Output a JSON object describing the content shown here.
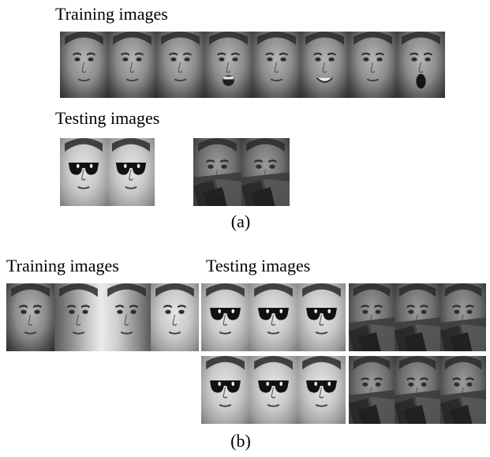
{
  "panel_a": {
    "training_label": "Training images",
    "testing_label": "Testing images",
    "caption": "(a)",
    "training_images": [
      {
        "expression": "neutral"
      },
      {
        "expression": "neutral"
      },
      {
        "expression": "neutral"
      },
      {
        "expression": "open-mouth smile"
      },
      {
        "expression": "neutral"
      },
      {
        "expression": "smile"
      },
      {
        "expression": "neutral"
      },
      {
        "expression": "open mouth"
      }
    ],
    "testing_sunglasses": [
      {
        "occlusion": "sunglasses"
      },
      {
        "occlusion": "sunglasses"
      }
    ],
    "testing_scarf": [
      {
        "occlusion": "scarf"
      },
      {
        "occlusion": "scarf"
      }
    ]
  },
  "panel_b": {
    "training_label": "Training images",
    "testing_label": "Testing images",
    "caption": "(b)",
    "training_images": [
      {
        "lighting": "ambient"
      },
      {
        "lighting": "right"
      },
      {
        "lighting": "left"
      },
      {
        "lighting": "bright"
      }
    ],
    "testing_sunglasses_row1": [
      {
        "occlusion": "sunglasses"
      },
      {
        "occlusion": "sunglasses"
      },
      {
        "occlusion": "sunglasses"
      }
    ],
    "testing_scarf_row1": [
      {
        "occlusion": "scarf"
      },
      {
        "occlusion": "scarf"
      },
      {
        "occlusion": "scarf"
      }
    ],
    "testing_sunglasses_row2": [
      {
        "occlusion": "sunglasses"
      },
      {
        "occlusion": "sunglasses"
      },
      {
        "occlusion": "sunglasses"
      }
    ],
    "testing_scarf_row2": [
      {
        "occlusion": "scarf"
      },
      {
        "occlusion": "scarf"
      },
      {
        "occlusion": "scarf"
      }
    ]
  }
}
